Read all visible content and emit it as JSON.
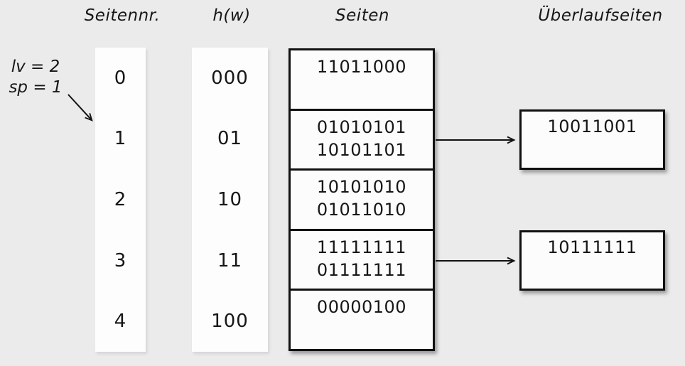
{
  "diagram": {
    "title_context": "linear-hashing page table",
    "colors": {
      "background": "#ebebeb",
      "box_fill": "#fcfcfc",
      "strip_fill": "#fdfdfd",
      "line": "#111111"
    },
    "headers": {
      "page_no": "Seitennr.",
      "hash": "h(w)",
      "pages": "Seiten",
      "overflow": "Überlaufseiten"
    },
    "annotation": {
      "line1": "lv = 2",
      "line2": "sp = 1"
    },
    "table": {
      "rows": [
        {
          "page_no": "0",
          "hash": "000",
          "entries": [
            "11011000"
          ],
          "overflow": null
        },
        {
          "page_no": "1",
          "hash": "01",
          "entries": [
            "01010101",
            "10101101"
          ],
          "overflow": "10011001"
        },
        {
          "page_no": "2",
          "hash": "10",
          "entries": [
            "10101010",
            "01011010"
          ],
          "overflow": null
        },
        {
          "page_no": "3",
          "hash": "11",
          "entries": [
            "11111111",
            "01111111"
          ],
          "overflow": "10111111"
        },
        {
          "page_no": "4",
          "hash": "100",
          "entries": [
            "00000100"
          ],
          "overflow": null
        }
      ]
    }
  }
}
